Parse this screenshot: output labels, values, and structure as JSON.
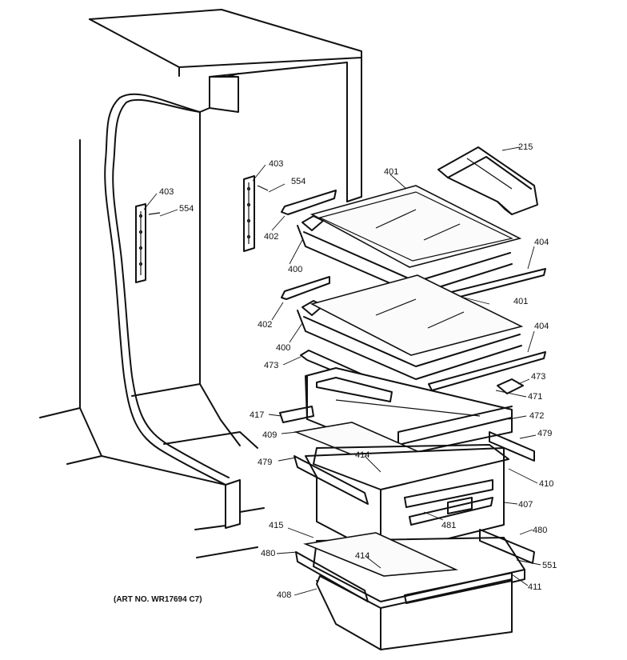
{
  "art_number": "(ART NO. WR17694 C7)",
  "parts": {
    "p215": "215",
    "p401a": "401",
    "p401b": "401",
    "p403a": "403",
    "p554a": "554",
    "p403b": "403",
    "p554b": "554",
    "p402a": "402",
    "p400a": "400",
    "p404a": "404",
    "p402b": "402",
    "p400b": "400",
    "p404b": "404",
    "p473a": "473",
    "p473b": "473",
    "p471": "471",
    "p417": "417",
    "p472": "472",
    "p409": "409",
    "p479a": "479",
    "p479b": "479",
    "p414a": "414",
    "p410": "410",
    "p407": "407",
    "p481": "481",
    "p415": "415",
    "p480a": "480",
    "p480b": "480",
    "p414b": "414",
    "p551": "551",
    "p408": "408",
    "p411": "411"
  }
}
